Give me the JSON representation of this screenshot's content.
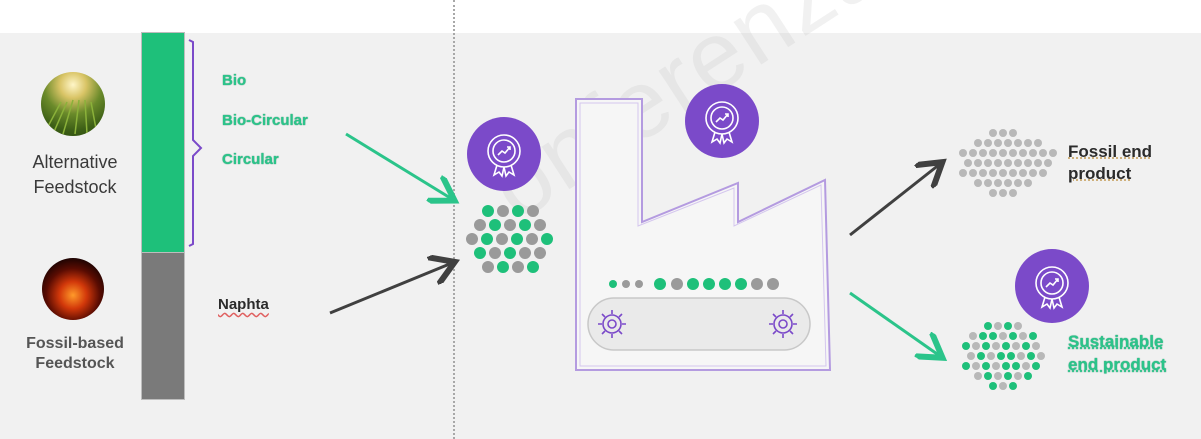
{
  "feedstock": {
    "alternative": {
      "line1": "Alternative",
      "line2": "Feedstock",
      "icon": "field-photo-icon"
    },
    "fossil": {
      "line1": "Fossil-based",
      "line2": "Feedstock",
      "icon": "oil-fire-photo-icon"
    }
  },
  "categories": [
    "Bio",
    "Bio-Circular",
    "Circular"
  ],
  "naphta": "Naphta",
  "outputs": {
    "fossil": {
      "line1": "Fossil end",
      "line2": "product"
    },
    "sustainable": {
      "line1": "Sustainable",
      "line2": "end product"
    }
  },
  "badge_icon": "certified-award-icon",
  "watermark": "onferenza Nazionale",
  "colors": {
    "green": "#1ec07a",
    "gray": "#7a7a7a",
    "purple": "#7b4ac9",
    "arrow_green": "#2bc48a",
    "arrow_dark": "#404040"
  }
}
